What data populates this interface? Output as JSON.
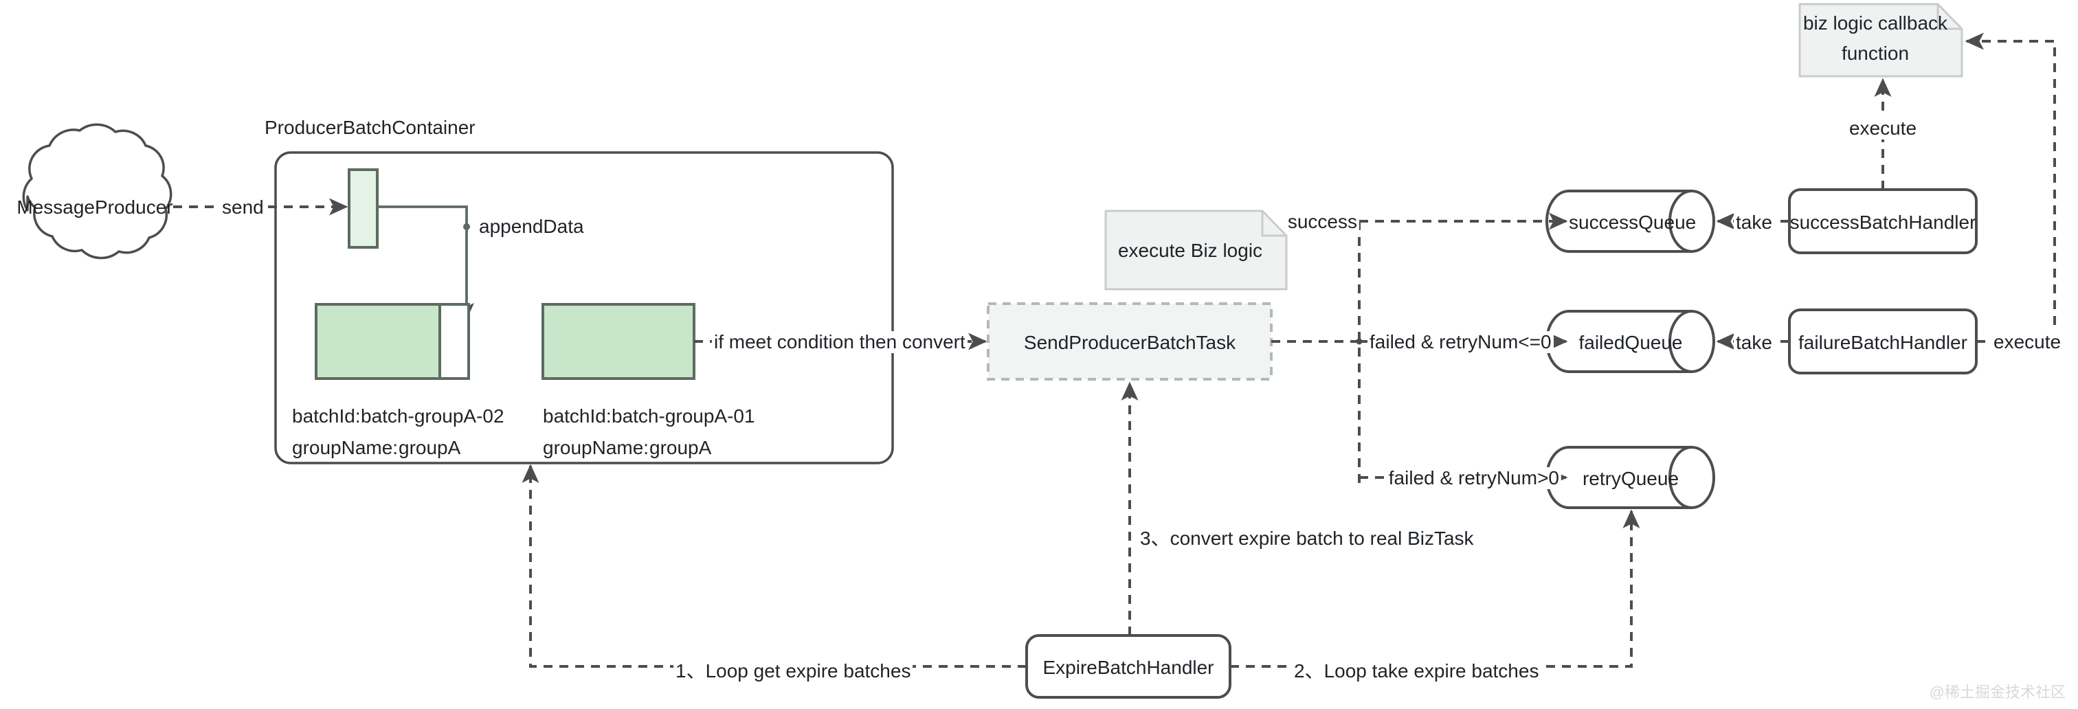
{
  "diagram": {
    "title": "Producer batch send flow",
    "colors": {
      "batch_fill": "#c8e6c9",
      "batch_small_fill": "#e3f3e6",
      "batch_stroke": "#5d6b61",
      "node_stroke": "#4d4d4d",
      "note_fill": "#f0f2f2",
      "note_stroke": "#c9cccc",
      "dashed_stroke": "#4d4d4d",
      "text": "#1f2328",
      "watermark": "#d8d8d8"
    },
    "nodes": {
      "message_producer": {
        "label": "MessageProducer",
        "shape": "cloud"
      },
      "container_title": {
        "label": "ProducerBatchContainer",
        "shape": "label"
      },
      "container": {
        "shape": "rounded-rect"
      },
      "incoming_slot": {
        "shape": "rect",
        "fill": "light-green"
      },
      "batch_02": {
        "batchId_key": "batchId:",
        "batchId_value": "batch-groupA-02",
        "groupName_key": "groupName:",
        "groupName_value": "groupA",
        "shape": "rect-with-empty-slot"
      },
      "batch_01": {
        "batchId_key": "batchId:",
        "batchId_value": "batch-groupA-01",
        "groupName_key": "groupName:",
        "groupName_value": "groupA",
        "shape": "rect"
      },
      "execute_biz_note": {
        "label": "execute Biz logic",
        "shape": "note"
      },
      "send_producer_batch_task": {
        "label": "SendProducerBatchTask",
        "shape": "dashed-rect"
      },
      "success_queue": {
        "label": "successQueue",
        "shape": "cylinder"
      },
      "failed_queue": {
        "label": "failedQueue",
        "shape": "cylinder"
      },
      "retry_queue": {
        "label": "retryQueue",
        "shape": "cylinder"
      },
      "success_batch_handler": {
        "label": "successBatchHandler",
        "shape": "rounded-rect"
      },
      "failure_batch_handler": {
        "label": "failureBatchHandler",
        "shape": "rounded-rect"
      },
      "biz_logic_callback": {
        "label_line1": "biz logic callback",
        "label_line2": "function",
        "shape": "note"
      },
      "expire_batch_handler": {
        "label": "ExpireBatchHandler",
        "shape": "rounded-rect"
      }
    },
    "edges": [
      {
        "id": "send",
        "label": "send",
        "from": "message_producer",
        "to": "incoming_slot",
        "style": "dashed"
      },
      {
        "id": "append-data",
        "label": "appendData",
        "from": "incoming_slot",
        "to": "batch_02",
        "style": "solid"
      },
      {
        "id": "convert",
        "label": "if meet condition then convert",
        "from": "batch_01",
        "to": "send_producer_batch_task",
        "style": "dashed"
      },
      {
        "id": "success",
        "label": "success",
        "from": "send_producer_batch_task",
        "to": "success_queue",
        "style": "dashed"
      },
      {
        "id": "failed-retry-le-0",
        "label": "failed & retryNum<=0",
        "from": "send_producer_batch_task",
        "to": "failed_queue",
        "style": "dashed"
      },
      {
        "id": "failed-retry-gt-0",
        "label": "failed & retryNum>0",
        "from": "send_producer_batch_task",
        "to": "retry_queue",
        "style": "dashed"
      },
      {
        "id": "take-success",
        "label": "take",
        "from": "success_batch_handler",
        "to": "success_queue",
        "style": "dashed"
      },
      {
        "id": "take-failed",
        "label": "take",
        "from": "failure_batch_handler",
        "to": "failed_queue",
        "style": "dashed"
      },
      {
        "id": "execute-success",
        "label": "execute",
        "from": "success_batch_handler",
        "to": "biz_logic_callback",
        "style": "dashed"
      },
      {
        "id": "execute-failure",
        "label": "execute",
        "from": "failure_batch_handler",
        "to": "biz_logic_callback",
        "style": "dashed"
      },
      {
        "id": "loop-get-expire",
        "label": "1、Loop get expire batches",
        "from": "expire_batch_handler",
        "to": "container",
        "style": "dashed"
      },
      {
        "id": "loop-take-expire",
        "label": "2、Loop take expire batches",
        "from": "expire_batch_handler",
        "to": "retry_queue",
        "style": "dashed"
      },
      {
        "id": "convert-expire",
        "label": "3、convert expire batch to real BizTask",
        "from": "expire_batch_handler",
        "to": "send_producer_batch_task",
        "style": "dashed"
      }
    ],
    "watermark": "@稀土掘金技术社区"
  }
}
